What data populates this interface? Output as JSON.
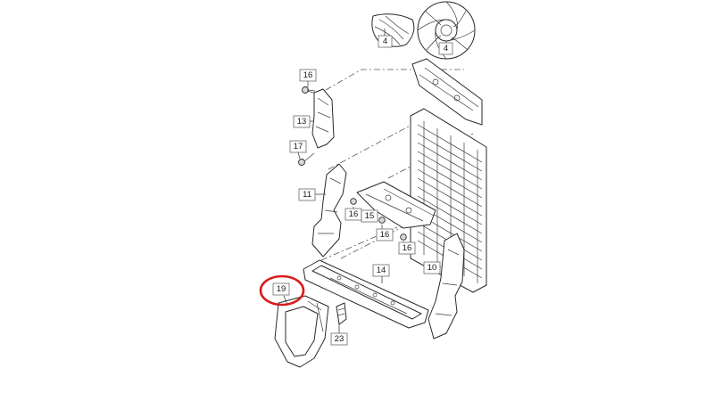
{
  "labels": {
    "fan_left": "4",
    "fan_right": "4",
    "bolt_top": "16",
    "shroud_upper": "13",
    "bolt_mid": "17",
    "bracket_left": "11",
    "bolt_a": "16",
    "bracket_center": "15",
    "bolt_b": "16",
    "bolt_c": "16",
    "air_guide_lower": "14",
    "bracket_right": "10",
    "duct_highlighted": "19",
    "clip": "23"
  },
  "colors": {
    "highlight": "#d81b1b"
  }
}
